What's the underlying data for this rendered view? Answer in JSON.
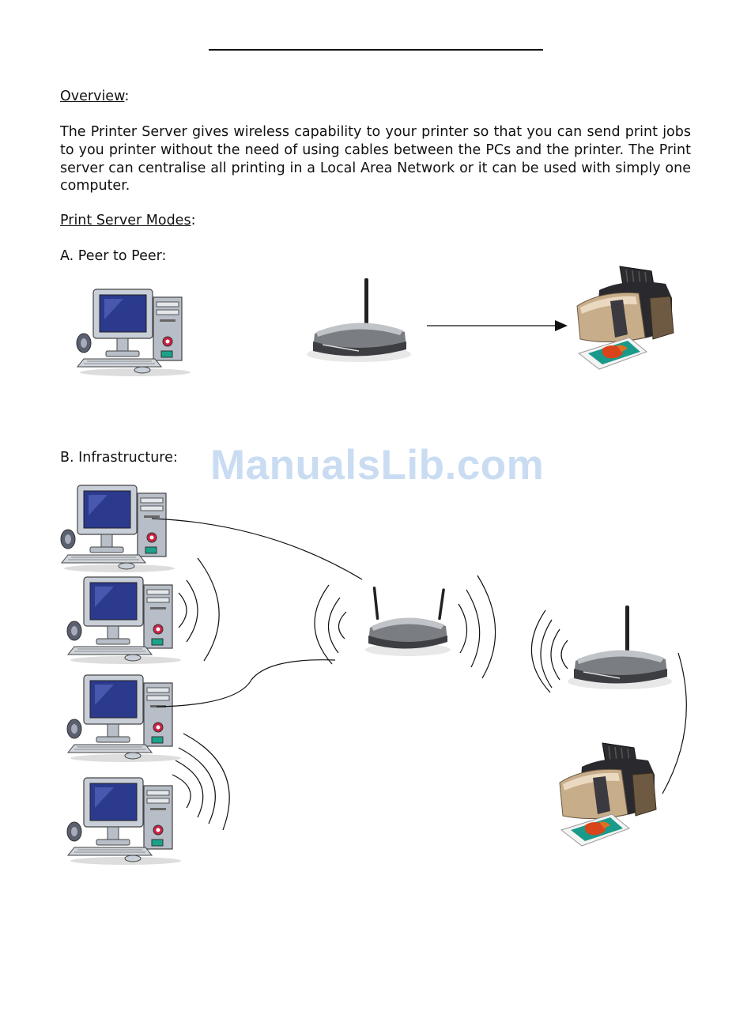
{
  "doc": {
    "overview_heading": "Overview",
    "overview_colon": ":",
    "overview_text": "The Printer Server gives wireless capability to your printer so that you can send print jobs to you printer without the need of using cables between the PCs and the printer. The Print server can centralise all printing in a Local Area Network or it can be used with simply one computer.",
    "modes_heading": "Print Server Modes",
    "modes_colon": ":",
    "peer_label": "A. Peer to Peer:",
    "infra_label": "B. Infrastructure:",
    "watermark": "ManualsLib.com"
  },
  "icons": {
    "computer": "desktop-computer-icon",
    "router": "wireless-router-icon",
    "printer": "inkjet-printer-icon"
  },
  "colors": {
    "monitor_screen": "#2b3a8c",
    "watermark": "#c9dcf2",
    "printer_body": "#c8ad8a"
  }
}
